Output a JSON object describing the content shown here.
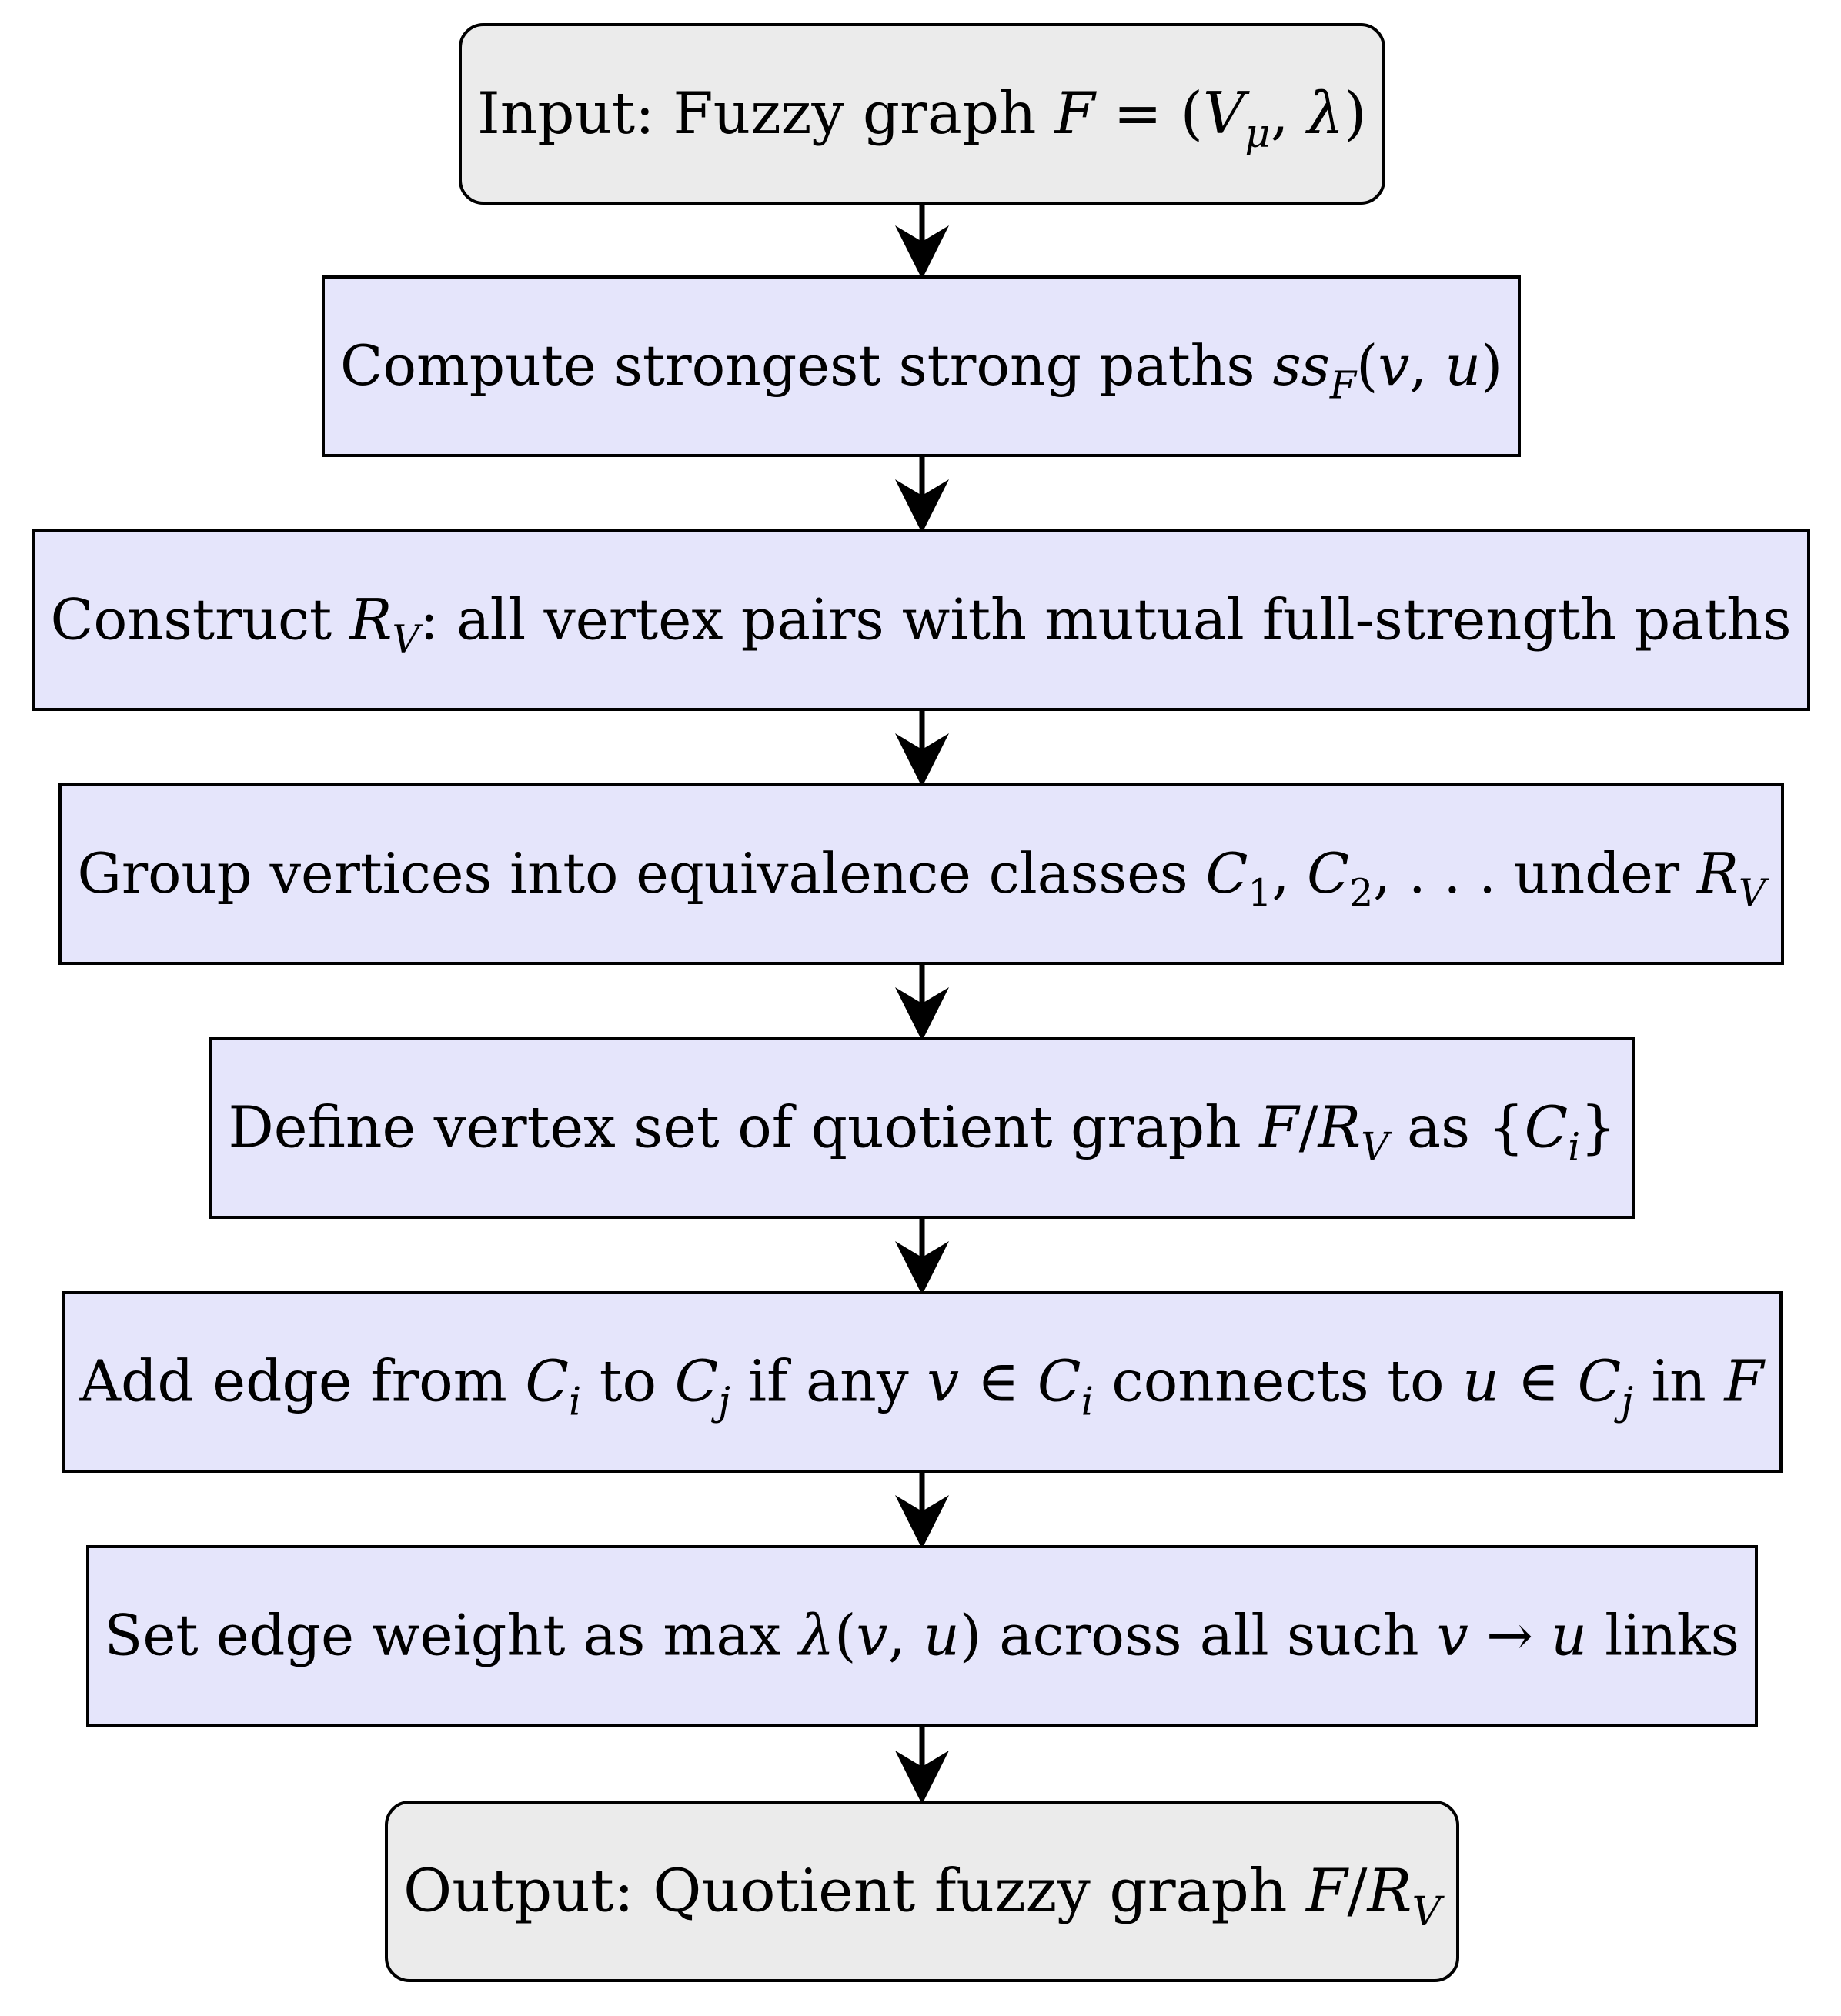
{
  "nodes": [
    {
      "id": "input",
      "kind": "terminal",
      "parts": [
        {
          "t": "Input: Fuzzy graph "
        },
        {
          "t": "F",
          "i": true
        },
        {
          "t": " = ("
        },
        {
          "t": "V",
          "i": true
        },
        {
          "t": "μ",
          "sub": true,
          "i": true
        },
        {
          "t": ", "
        },
        {
          "t": "λ",
          "i": true
        },
        {
          "t": ")"
        }
      ]
    },
    {
      "id": "compute-paths",
      "kind": "process",
      "parts": [
        {
          "t": "Compute strongest strong paths "
        },
        {
          "t": "ss",
          "i": true
        },
        {
          "t": "F",
          "sub": true,
          "i": true
        },
        {
          "t": "("
        },
        {
          "t": "v",
          "i": true
        },
        {
          "t": ", "
        },
        {
          "t": "u",
          "i": true
        },
        {
          "t": ")"
        }
      ]
    },
    {
      "id": "construct-rv",
      "kind": "process",
      "parts": [
        {
          "t": "Construct "
        },
        {
          "t": "R",
          "i": true
        },
        {
          "t": "V",
          "sub": true,
          "i": true
        },
        {
          "t": ": all vertex pairs with mutual full-strength paths"
        }
      ]
    },
    {
      "id": "group-vertices",
      "kind": "process",
      "parts": [
        {
          "t": "Group vertices into equivalence classes "
        },
        {
          "t": "C",
          "i": true
        },
        {
          "t": "1",
          "sub": true
        },
        {
          "t": ", "
        },
        {
          "t": "C",
          "i": true
        },
        {
          "t": "2",
          "sub": true
        },
        {
          "t": ", . . .  under "
        },
        {
          "t": "R",
          "i": true
        },
        {
          "t": "V",
          "sub": true,
          "i": true
        }
      ]
    },
    {
      "id": "define-vertex-set",
      "kind": "process",
      "parts": [
        {
          "t": "Define vertex set of quotient graph "
        },
        {
          "t": "F",
          "i": true
        },
        {
          "t": "/"
        },
        {
          "t": "R",
          "i": true
        },
        {
          "t": "V",
          "sub": true,
          "i": true
        },
        {
          "t": " as {"
        },
        {
          "t": "C",
          "i": true
        },
        {
          "t": "i",
          "sub": true,
          "i": true
        },
        {
          "t": "}"
        }
      ]
    },
    {
      "id": "add-edge",
      "kind": "process",
      "parts": [
        {
          "t": "Add edge from "
        },
        {
          "t": "C",
          "i": true
        },
        {
          "t": "i",
          "sub": true,
          "i": true
        },
        {
          "t": " to "
        },
        {
          "t": "C",
          "i": true
        },
        {
          "t": "j",
          "sub": true,
          "i": true
        },
        {
          "t": " if any "
        },
        {
          "t": "v",
          "i": true
        },
        {
          "t": " ∈ "
        },
        {
          "t": "C",
          "i": true
        },
        {
          "t": "i",
          "sub": true,
          "i": true
        },
        {
          "t": " connects to "
        },
        {
          "t": "u",
          "i": true
        },
        {
          "t": " ∈ "
        },
        {
          "t": "C",
          "i": true
        },
        {
          "t": "j",
          "sub": true,
          "i": true
        },
        {
          "t": " in "
        },
        {
          "t": "F",
          "i": true
        }
      ]
    },
    {
      "id": "set-edge-weight",
      "kind": "process",
      "parts": [
        {
          "t": "Set edge weight as max "
        },
        {
          "t": "λ",
          "i": true
        },
        {
          "t": "("
        },
        {
          "t": "v",
          "i": true
        },
        {
          "t": ", "
        },
        {
          "t": "u",
          "i": true
        },
        {
          "t": ") across all such "
        },
        {
          "t": "v",
          "i": true
        },
        {
          "t": " → "
        },
        {
          "t": "u",
          "i": true
        },
        {
          "t": " links"
        }
      ]
    },
    {
      "id": "output",
      "kind": "terminal",
      "parts": [
        {
          "t": "Output: Quotient fuzzy graph "
        },
        {
          "t": "F",
          "i": true
        },
        {
          "t": "/"
        },
        {
          "t": "R",
          "i": true
        },
        {
          "t": "V",
          "sub": true,
          "i": true
        }
      ]
    }
  ],
  "edges": [
    {
      "from": "input",
      "to": "compute-paths"
    },
    {
      "from": "compute-paths",
      "to": "construct-rv"
    },
    {
      "from": "construct-rv",
      "to": "group-vertices"
    },
    {
      "from": "group-vertices",
      "to": "define-vertex-set"
    },
    {
      "from": "define-vertex-set",
      "to": "add-edge"
    },
    {
      "from": "add-edge",
      "to": "set-edge-weight"
    },
    {
      "from": "set-edge-weight",
      "to": "output"
    }
  ]
}
